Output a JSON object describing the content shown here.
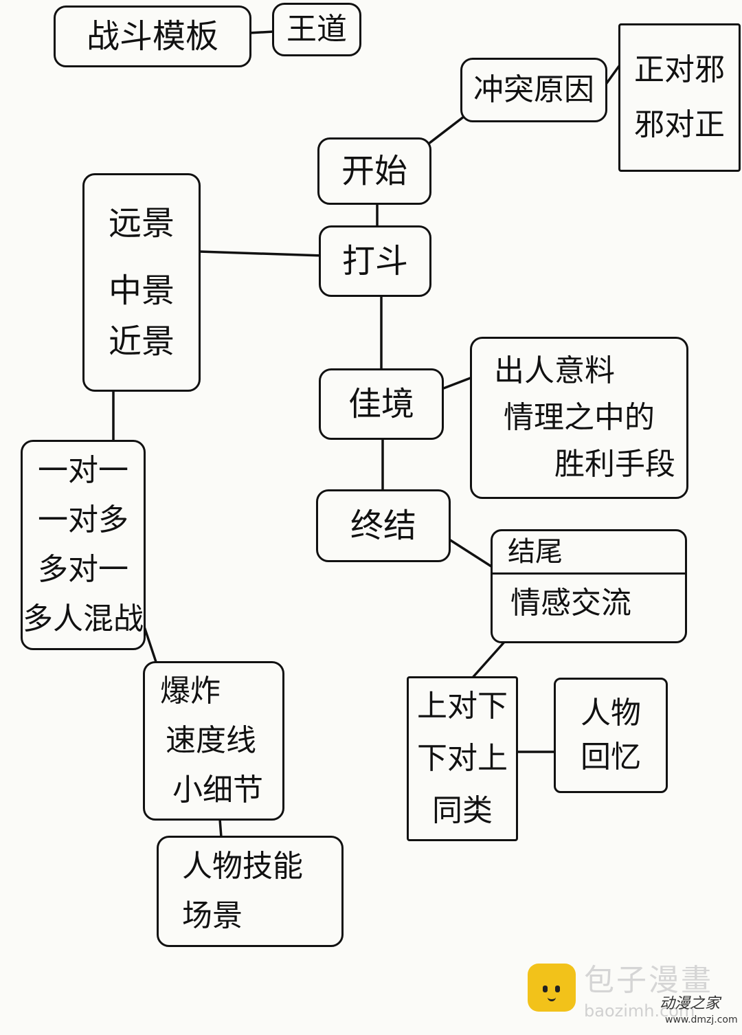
{
  "title": "战斗模板",
  "title_tag": "王道",
  "nodes": {
    "start": "开始",
    "conflict_cause": "冲突原因",
    "good_vs_evil": [
      "正对邪",
      "邪对正"
    ],
    "fight": "打斗",
    "shots": [
      "远景",
      "中景",
      "近景"
    ],
    "matchups": [
      "一对一",
      "一对多",
      "多对一",
      "多人混战"
    ],
    "effects": [
      "爆炸",
      "速度线",
      "小细节"
    ],
    "skills_scene": [
      "人物技能",
      "场景"
    ],
    "climax": "佳境",
    "climax_detail": [
      "出人意料",
      "情理之中的",
      "胜利手段"
    ],
    "finale": "终结",
    "ending": {
      "head": "结尾",
      "body": "情感交流"
    },
    "relations": [
      "上对下",
      "下对上",
      "同类"
    ],
    "memory": [
      "人物",
      "回忆"
    ]
  },
  "watermark": {
    "name": "包子漫畫",
    "url": "baozimh.com",
    "site": "动漫之家",
    "site_url": "www.dmzj.com"
  }
}
